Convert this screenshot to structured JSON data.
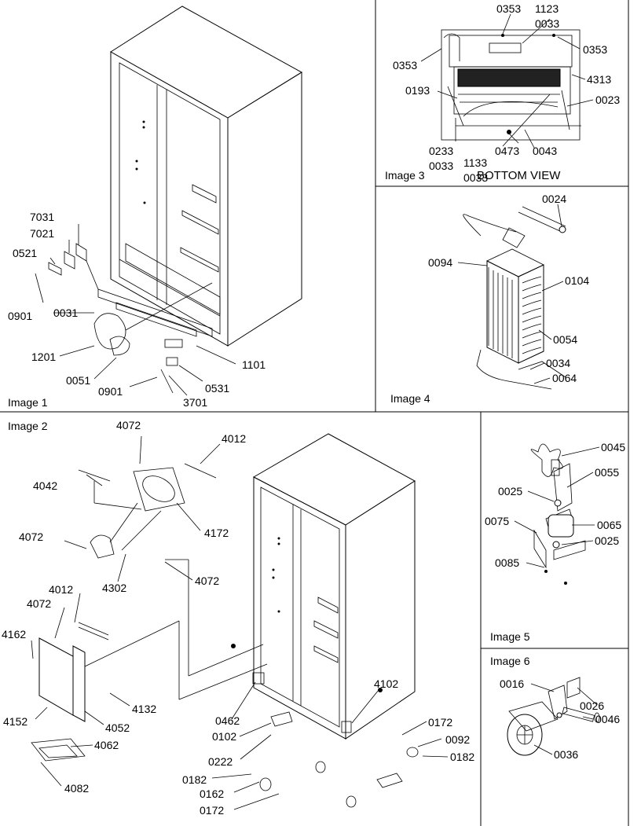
{
  "panels": [
    {
      "id": "image1",
      "title": "Image 1",
      "callouts": [
        "7031",
        "7021",
        "0521",
        "0901",
        "0031",
        "1201",
        "0051",
        "0901",
        "0531",
        "3701",
        "1101"
      ]
    },
    {
      "id": "image3",
      "title": "Image 3",
      "subtitle": "BOTTOM VIEW",
      "callouts": [
        "0353",
        "1123",
        "0033",
        "0353",
        "0353",
        "4313",
        "0193",
        "0023",
        "0233",
        "0033",
        "1133",
        "0033",
        "0473",
        "0043"
      ]
    },
    {
      "id": "image4",
      "title": "Image 4",
      "callouts": [
        "0024",
        "0094",
        "0104",
        "0054",
        "0034",
        "0064"
      ]
    },
    {
      "id": "image2",
      "title": "Image 2",
      "callouts": [
        "4072",
        "4012",
        "4042",
        "4172",
        "4072",
        "4302",
        "4072",
        "4012",
        "4072",
        "4162",
        "4132",
        "4152",
        "4052",
        "4062",
        "4082",
        "0462",
        "0102",
        "0222",
        "0182",
        "0162",
        "0172",
        "4102",
        "0172",
        "0092",
        "0182"
      ]
    },
    {
      "id": "image5",
      "title": "Image 5",
      "callouts": [
        "0045",
        "0055",
        "0025",
        "0075",
        "0065",
        "0025",
        "0085"
      ]
    },
    {
      "id": "image6",
      "title": "Image 6",
      "callouts": [
        "0016",
        "0026",
        "0046",
        "0036"
      ]
    }
  ]
}
